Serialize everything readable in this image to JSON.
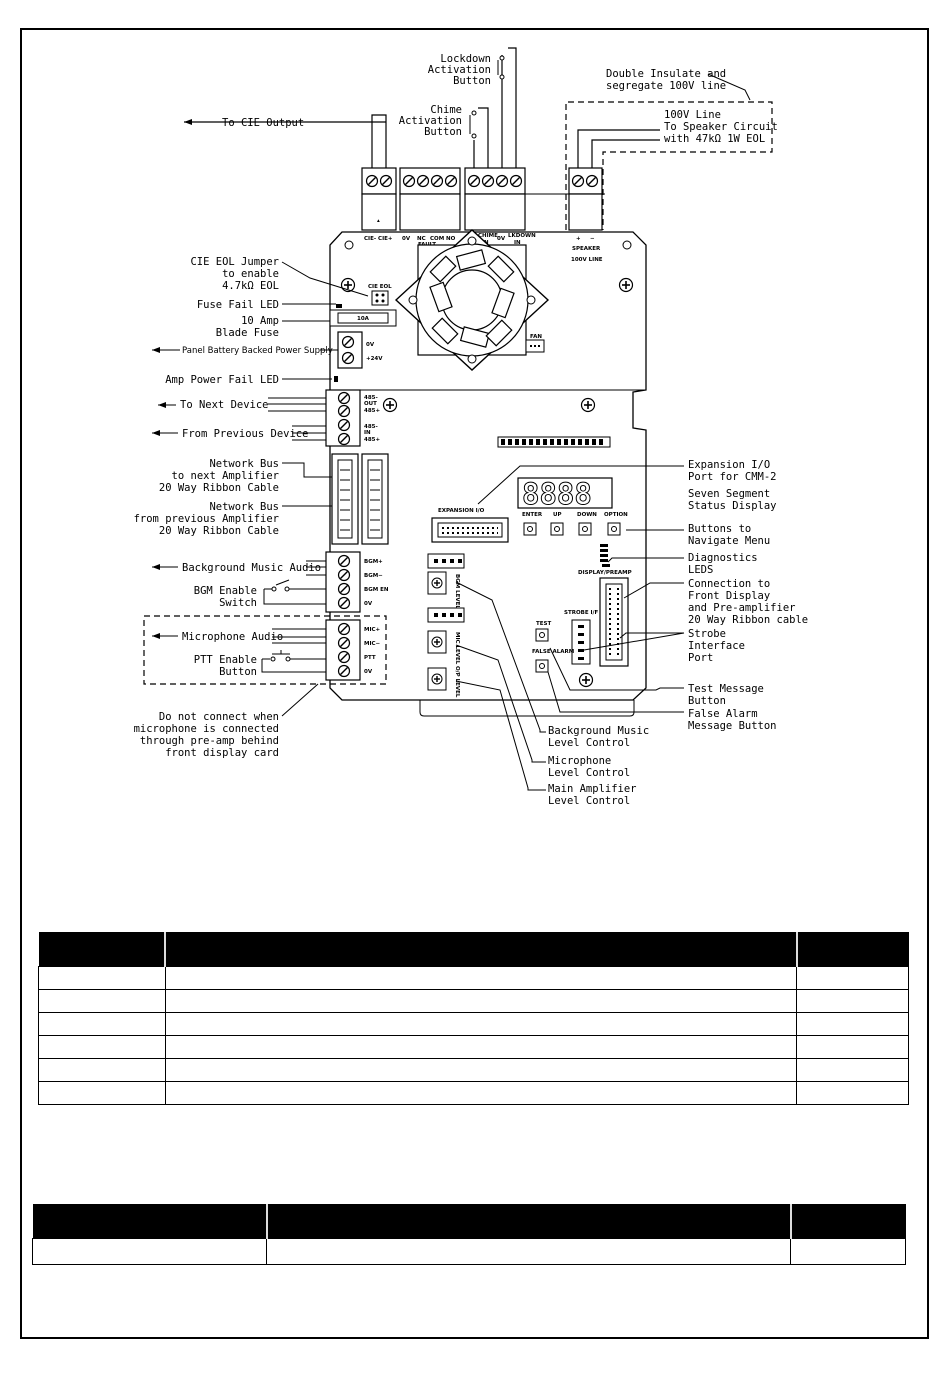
{
  "diagram": {
    "callouts_left": {
      "cie_output": "To CIE Output",
      "lockdown": [
        "Lockdown",
        "Activation",
        "Button"
      ],
      "chime": [
        "Chime",
        "Activation",
        "Button"
      ],
      "cie_eol": [
        "CIE EOL Jumper",
        "to enable",
        "4.7kΩ EOL"
      ],
      "fuse_fail": "Fuse Fail LED",
      "blade_fuse": [
        "10 Amp",
        "Blade Fuse"
      ],
      "battery": "Panel Battery Backed Power Supply",
      "amp_power_fail": "Amp Power Fail LED",
      "next_device": "To Next Device",
      "prev_device": "From Previous Device",
      "network_next": [
        "Network Bus",
        "to next Amplifier",
        "20 Way Ribbon Cable"
      ],
      "network_prev": [
        "Network Bus",
        "from previous Amplifier",
        "20 Way Ribbon Cable"
      ],
      "bgm_audio": "Background Music Audio",
      "bgm_enable": [
        "BGM Enable",
        "Switch"
      ],
      "mic_audio": "Microphone Audio",
      "ptt_enable": [
        "PTT Enable",
        "Button"
      ],
      "do_not_connect": [
        "Do not connect when",
        "microphone is connected",
        "through pre-amp behind",
        "front display card"
      ]
    },
    "callouts_right": {
      "double_insulate": [
        "Double Insulate and",
        "segregate 100V line"
      ],
      "line_100v": [
        "100V Line",
        "To Speaker Circuit",
        "with 47kΩ 1W EOL"
      ],
      "expansion_port": [
        "Expansion I/O",
        "Port for CMM-2"
      ],
      "seven_segment": [
        "Seven Segment",
        "Status Display"
      ],
      "buttons_nav": [
        "Buttons to",
        "Navigate Menu"
      ],
      "diag_leds": [
        "Diagnostics",
        "LEDS"
      ],
      "front_display": [
        "Connection to",
        "Front Display",
        "and Pre-amplifier",
        "20 Way Ribbon cable"
      ],
      "strobe": [
        "Strobe",
        "Interface",
        "Port"
      ],
      "test_message": [
        "Test Message",
        "Button"
      ],
      "false_alarm": [
        "False Alarm",
        "Message Button"
      ],
      "bgm_level": [
        "Background Music",
        "Level Control"
      ],
      "mic_level": [
        "Microphone",
        "Level Control"
      ],
      "main_amp_level": [
        "Main Amplifier",
        "Level Control"
      ]
    },
    "board_labels": {
      "cie": "CIE- CIE+",
      "ov1": "0V",
      "nc": "NC",
      "com": "COM",
      "no": "NO",
      "fault": "FAULT",
      "chime_in": "CHIME",
      "in1": "IN",
      "ov2": "0V",
      "lkdown": "LKDOWN",
      "in2": "IN",
      "plus": "+",
      "minus": "−",
      "speaker": "SPEAKER",
      "line100": "100V LINE",
      "cie_eol": "CIE EOL",
      "fuse": "10A",
      "fan": "FAN",
      "ov3": "0V",
      "v24": "+24V",
      "out485m": "485-",
      "out": "OUT",
      "out485p": "485+",
      "in485m": "485-",
      "in3": "IN",
      "in485p": "485+",
      "expansion": "EXPANSION I/O",
      "enter": "ENTER",
      "up": "UP",
      "down": "DOWN",
      "option": "OPTION",
      "display_preamp": "DISPLAY/PREAMP",
      "strobe_if": "STROBE I/F",
      "test": "TEST",
      "false_alarm": "FALSE ALARM",
      "bgm_plus": "BGM+",
      "bgm_minus": "BGM−",
      "bgm_en": "BGM EN",
      "ov4": "0V",
      "mic_plus": "MIC+",
      "mic_minus": "MIC−",
      "ptt": "PTT",
      "ov5": "0V",
      "bgm_level": "BGM LEVEL",
      "mic_level": "MIC LEVEL",
      "op_level": "O/P LEVEL"
    }
  },
  "table1": {
    "rows": 6,
    "cells": []
  },
  "table2": {
    "rows": 1,
    "cells": []
  }
}
